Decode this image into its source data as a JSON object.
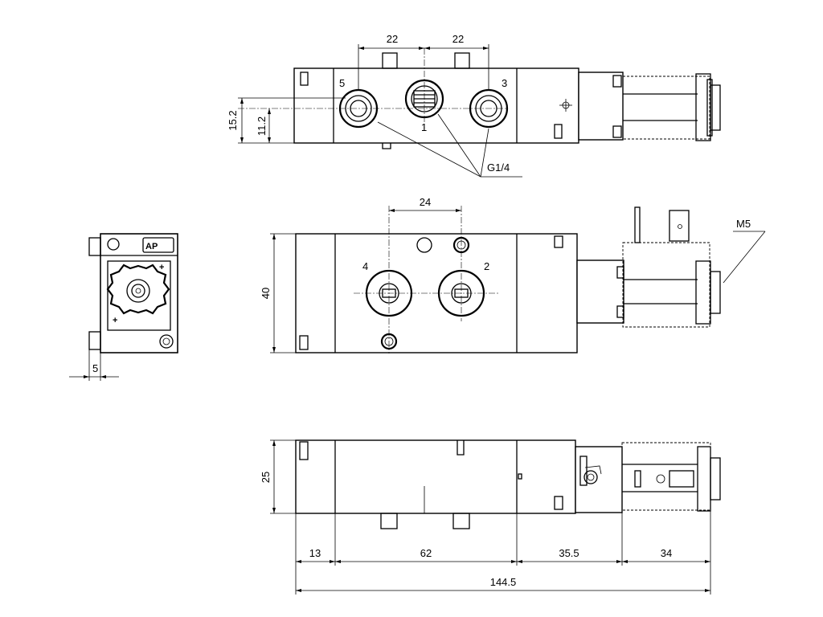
{
  "dimensions": {
    "top_pitch_left": "22",
    "top_pitch_right": "22",
    "height_152": "15.2",
    "height_112": "11.2",
    "thread": "G1/4",
    "mid_pitch": "24",
    "height_40": "40",
    "thread_m5": "M5",
    "end_offset": "5",
    "height_25": "25",
    "seg_13": "13",
    "seg_62": "62",
    "seg_355": "35.5",
    "seg_34": "34",
    "total_length": "144.5"
  },
  "ports": {
    "port_5": "5",
    "port_1": "1",
    "port_3": "3",
    "port_4": "4",
    "port_2": "2"
  },
  "brand": "AP"
}
